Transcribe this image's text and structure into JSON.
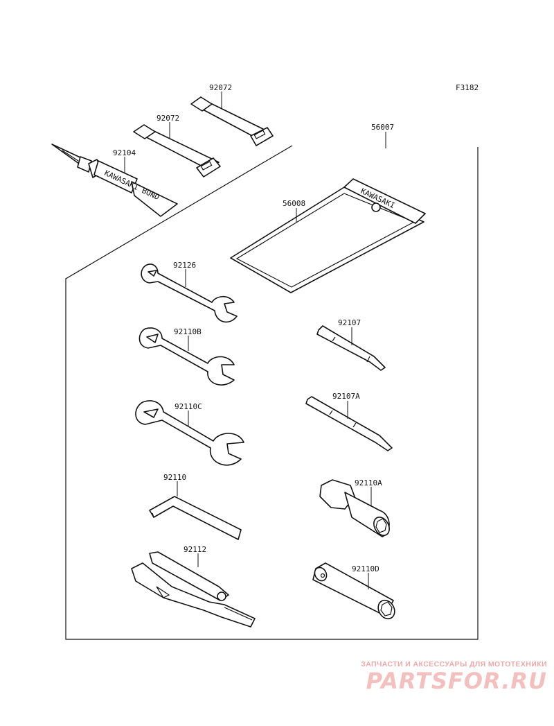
{
  "figure_code": "F3182",
  "parts": {
    "bond_tube": {
      "number": "92104",
      "text": "KAWASAKI BOND"
    },
    "strap_upper": {
      "number": "92072"
    },
    "strap_lower": {
      "number": "92072"
    },
    "tool_kit": {
      "number": "56007"
    },
    "tool_bag": {
      "number": "56008",
      "text": "KAWASAKI"
    },
    "wrench_a": {
      "number": "92126"
    },
    "wrench_b": {
      "number": "92110B"
    },
    "wrench_c": {
      "number": "92110C"
    },
    "hex_key": {
      "number": "92110"
    },
    "pliers": {
      "number": "92112"
    },
    "screwdriver": {
      "number": "92107"
    },
    "screwdriver_a": {
      "number": "92107A"
    },
    "socket_a": {
      "number": "92110A"
    },
    "socket_d": {
      "number": "92110D"
    }
  },
  "watermark": {
    "tagline": "ЗАПЧАСТИ И АКСЕССУАРЫ ДЛЯ МОТОТЕХНИКИ",
    "logo": "PARTSFOR.RU",
    "color": "#e9a9a9"
  }
}
